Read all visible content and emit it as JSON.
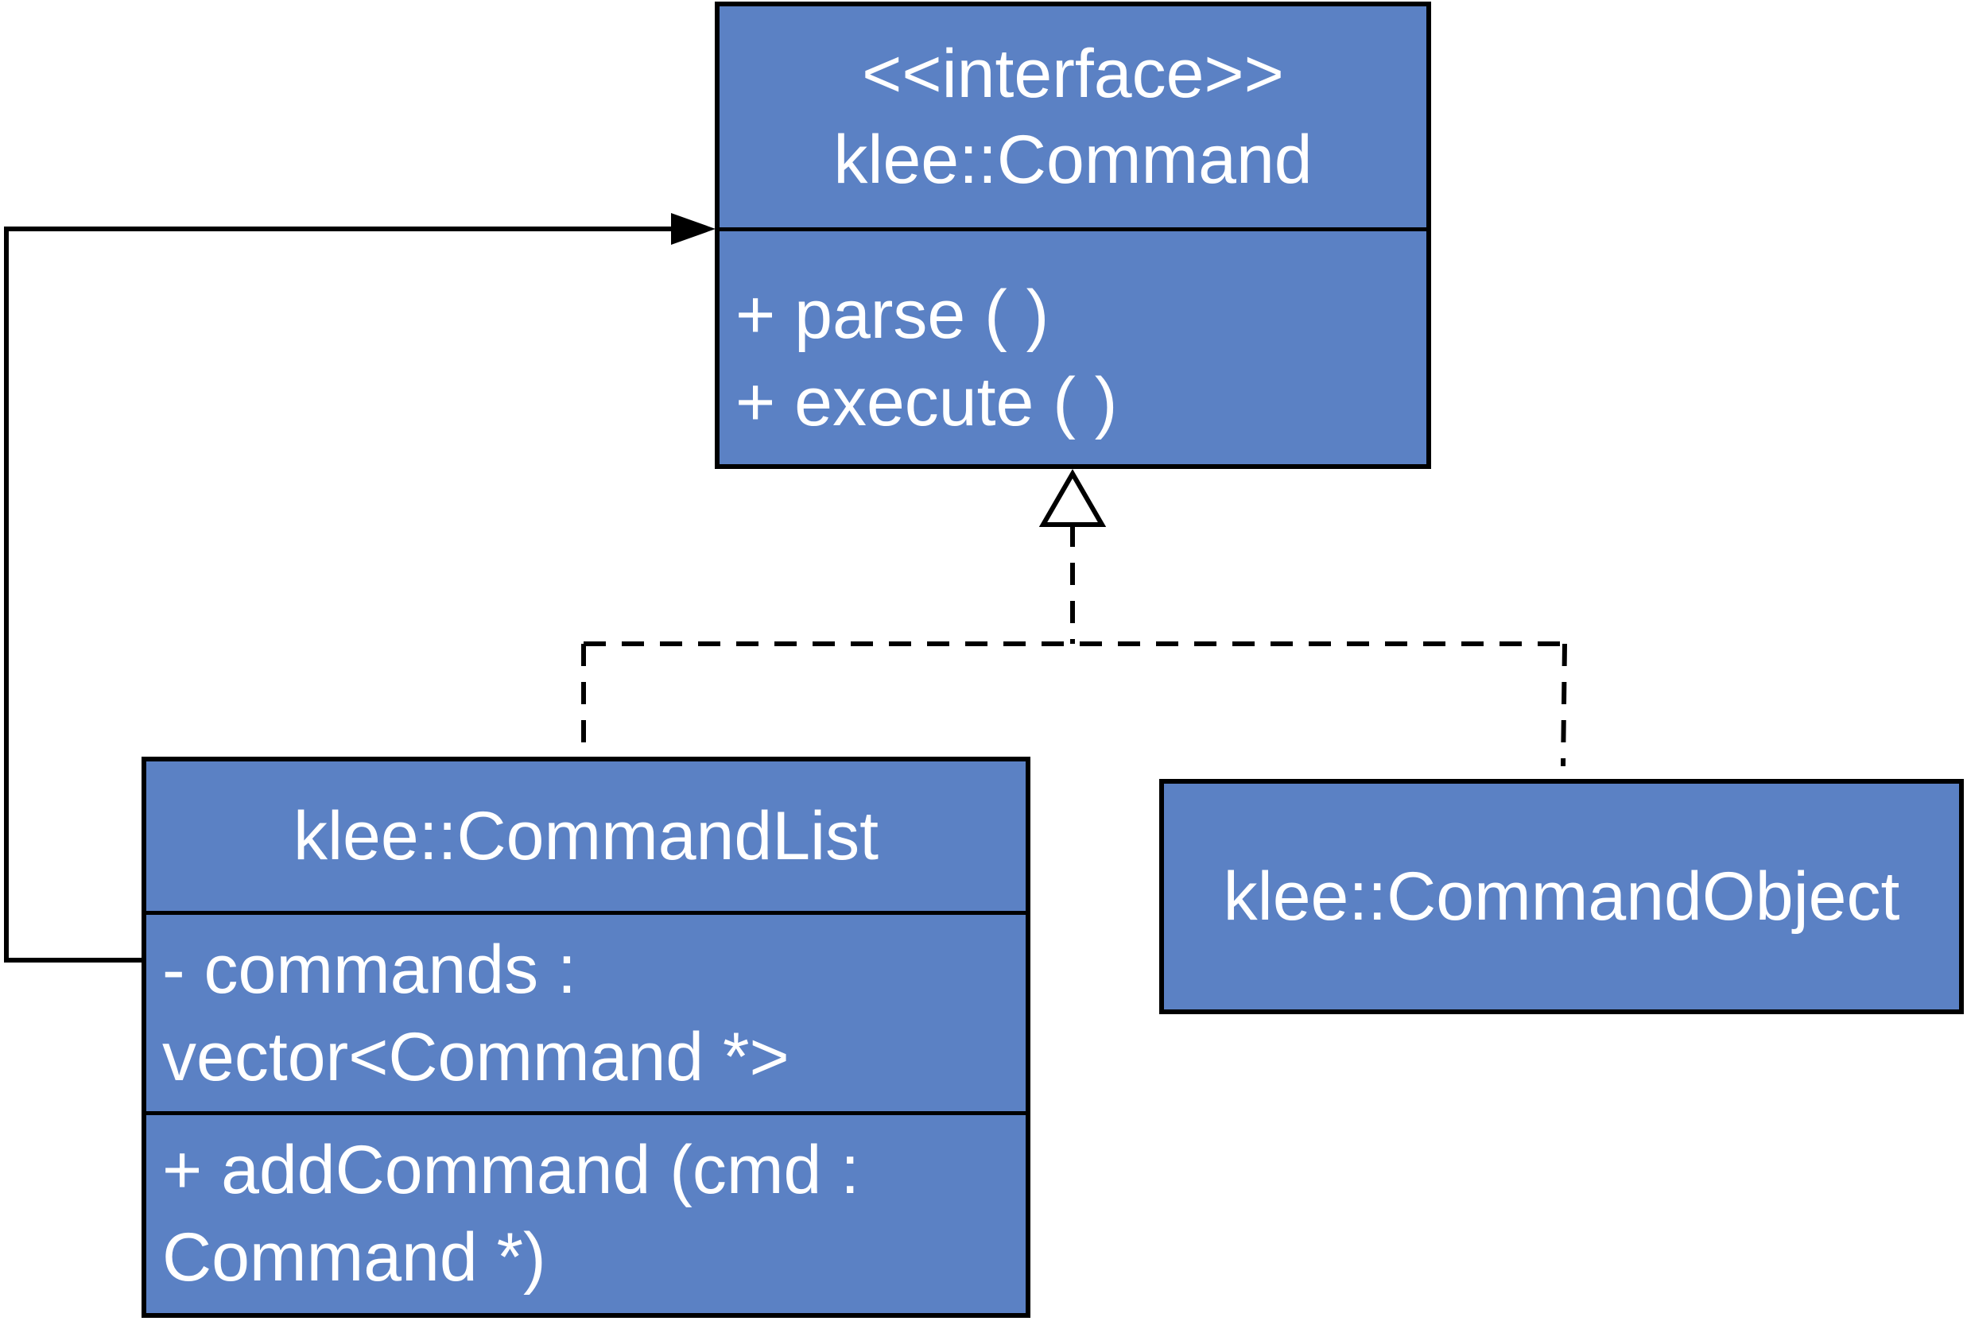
{
  "diagram": {
    "interface": {
      "stereotype": "<<interface>>",
      "name": "klee::Command",
      "operations": [
        "+ parse ( )",
        "+ execute ( )"
      ]
    },
    "command_list": {
      "name": "klee::CommandList",
      "attributes": [
        "- commands :",
        "vector<Command *>"
      ],
      "operations": [
        "+ addCommand (cmd :",
        "Command *)"
      ]
    },
    "command_object": {
      "name": "klee::CommandObject"
    },
    "relations": [
      {
        "type": "realization",
        "from": "klee::CommandList",
        "to": "klee::Command"
      },
      {
        "type": "realization",
        "from": "klee::CommandObject",
        "to": "klee::Command"
      },
      {
        "type": "association",
        "from": "klee::CommandList",
        "to": "klee::Command"
      }
    ],
    "colors": {
      "box_fill": "#5b81c4",
      "line": "#000000",
      "text": "#ffffff"
    }
  }
}
